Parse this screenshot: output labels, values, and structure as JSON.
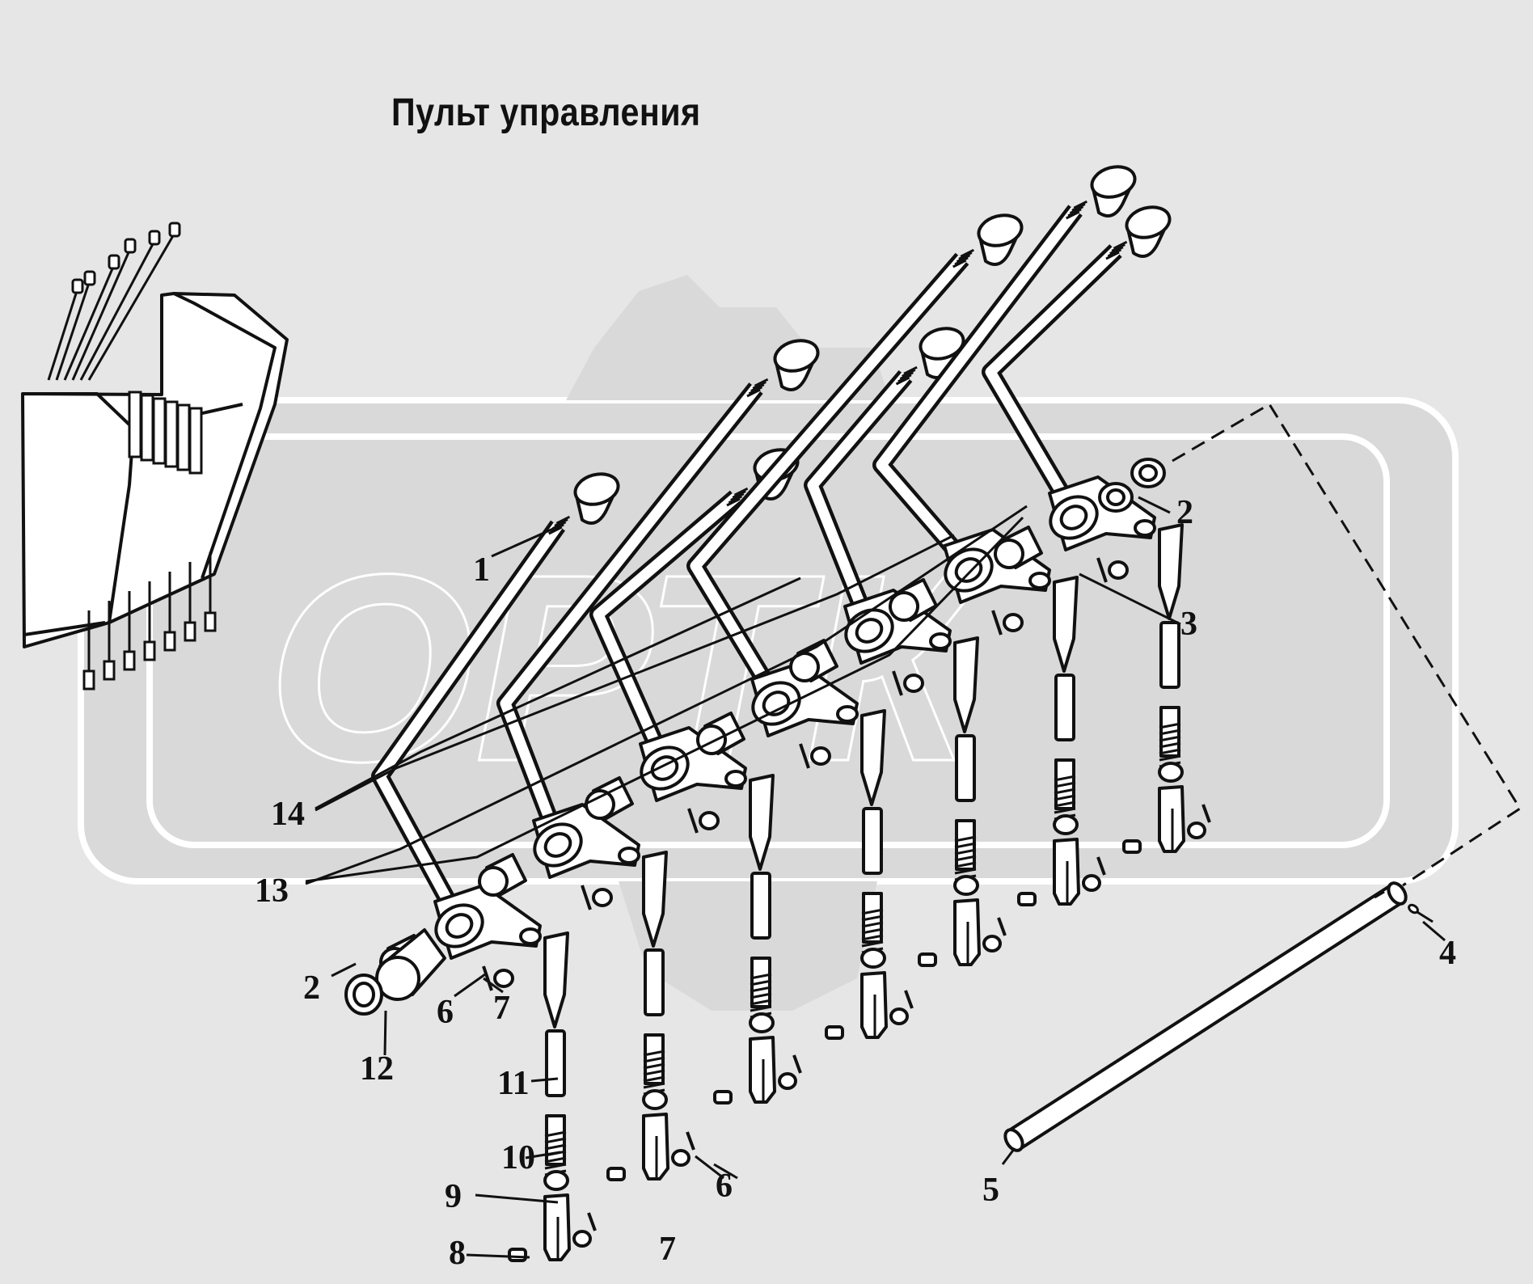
{
  "diagram": {
    "title": "Пульт управления",
    "watermark_text": "ОРТК",
    "callouts": [
      "1",
      "2",
      "2",
      "3",
      "4",
      "5",
      "6",
      "6",
      "7",
      "7",
      "8",
      "9",
      "10",
      "11",
      "12",
      "13",
      "14"
    ]
  },
  "colors": {
    "background": "#e6e6e6",
    "watermark_fill": "#d9d9d9",
    "watermark_outline": "#ffffff",
    "line": "#111111",
    "part_fill": "#ffffff"
  }
}
